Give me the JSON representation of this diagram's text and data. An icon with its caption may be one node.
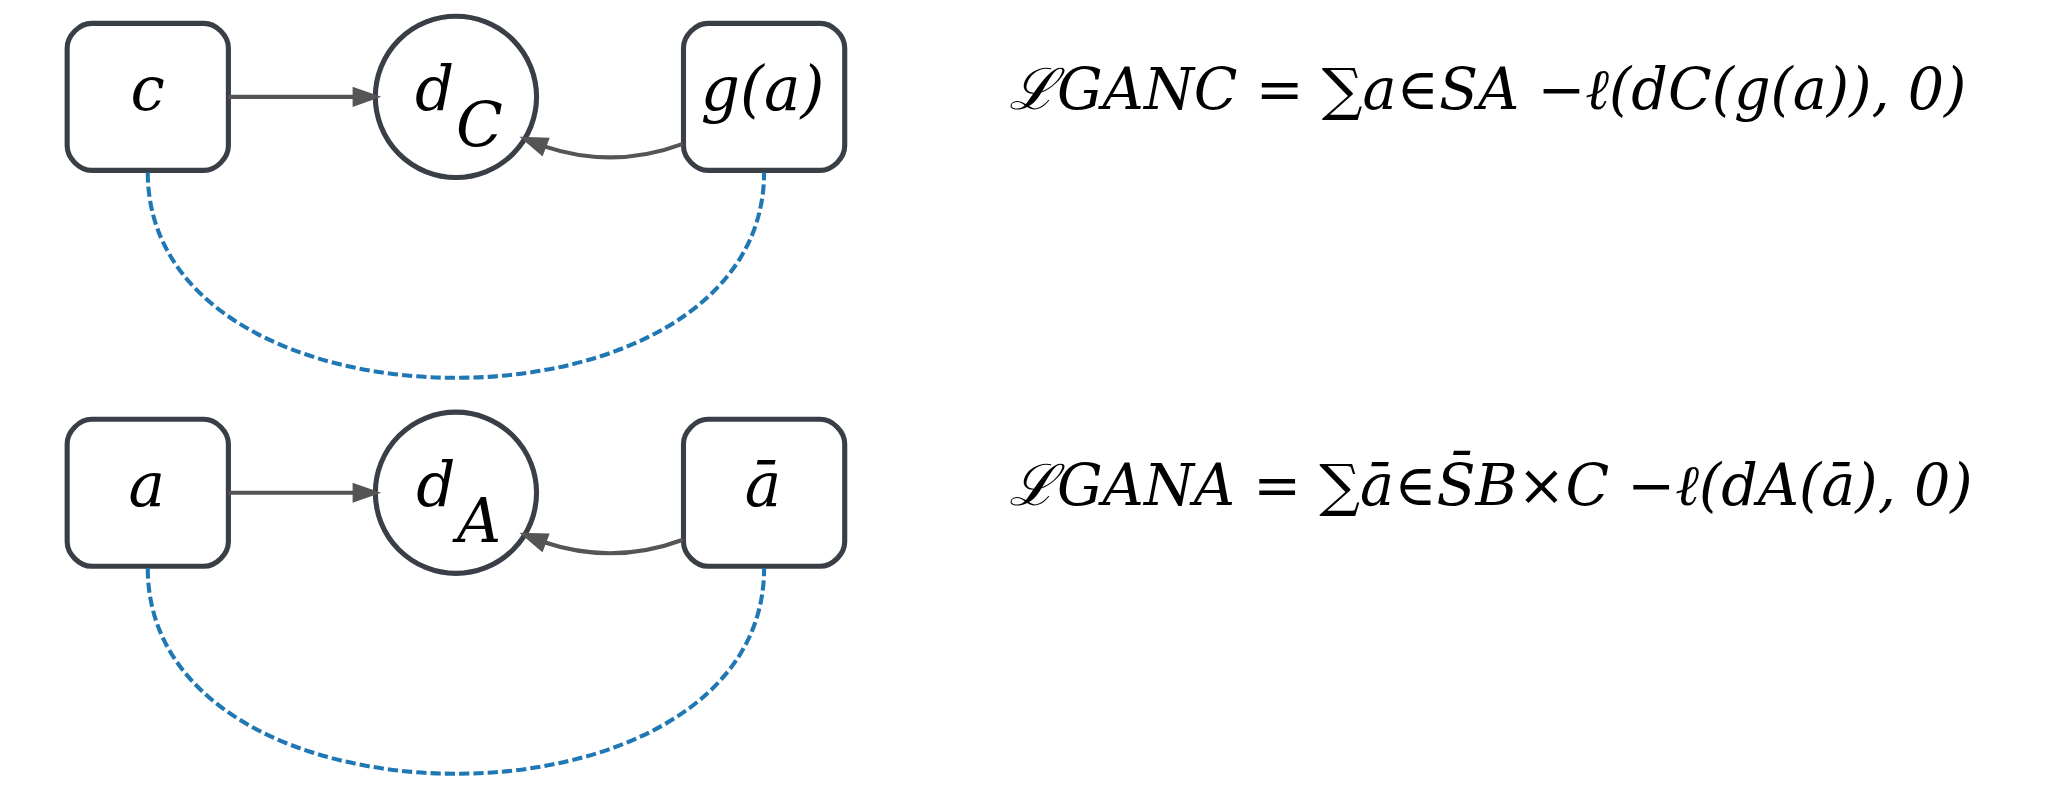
{
  "diagram": {
    "nodes": [
      {
        "text": [
          "c"
        ]
      },
      {
        "text": [
          "d$_{C}$"
        ]
      },
      {
        "text": [
          "g(a)"
        ]
      },
      {
        "text": [
          "a"
        ]
      },
      {
        "text": [
          "d$_{A}$"
        ]
      },
      {
        "text": [
          "ā"
        ]
      }
    ],
    "edges": [
      {
        "from": 0,
        "to": 1,
        "arrow": "to"
      },
      {
        "from": 2,
        "to": 1,
        "arrow": "to"
      },
      {
        "from": 0,
        "to": 2,
        "arrow": "none",
        "style": "dashed",
        "color": "#1f77b4"
      },
      {
        "from": 3,
        "to": 4,
        "arrow": "to"
      },
      {
        "from": 5,
        "to": 4,
        "arrow": "to"
      },
      {
        "from": 3,
        "to": 5,
        "arrow": "none",
        "style": "dashed",
        "color": "#1f77b4"
      }
    ],
    "labels": [
      "ℒGANC = ∑a∈SA −ℓ(dC(g(a)), 0)",
      "ℒGANA = ∑ā∈S̄B×C −ℓ(dA(ā), 0)"
    ]
  }
}
